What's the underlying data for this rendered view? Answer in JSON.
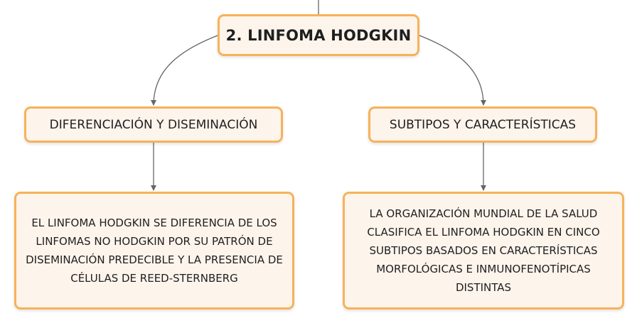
{
  "diagram": {
    "root": {
      "label": "2. LINFOMA HODGKIN"
    },
    "branches": [
      {
        "label": "DIFERENCIACIÓN Y DISEMINACIÓN",
        "detail": "EL LINFOMA HODGKIN SE DIFERENCIA DE LOS LINFOMAS NO HODGKIN POR SU PATRÓN DE DISEMINACIÓN PREDECIBLE Y LA PRESENCIA DE CÉLULAS DE REED-STERNBERG"
      },
      {
        "label": "SUBTIPOS Y CARACTERÍSTICAS",
        "detail": "LA ORGANIZACIÓN MUNDIAL DE LA SALUD CLASIFICA EL LINFOMA HODGKIN EN CINCO SUBTIPOS BASADOS EN CARACTERÍSTICAS MORFOLÓGICAS E INMUNOFENOTÍPICAS DISTINTAS"
      }
    ],
    "colors": {
      "node_fill": "#fdf4ec",
      "node_border": "#f7b25a",
      "connector": "#666666",
      "text": "#1f1f1f"
    }
  }
}
